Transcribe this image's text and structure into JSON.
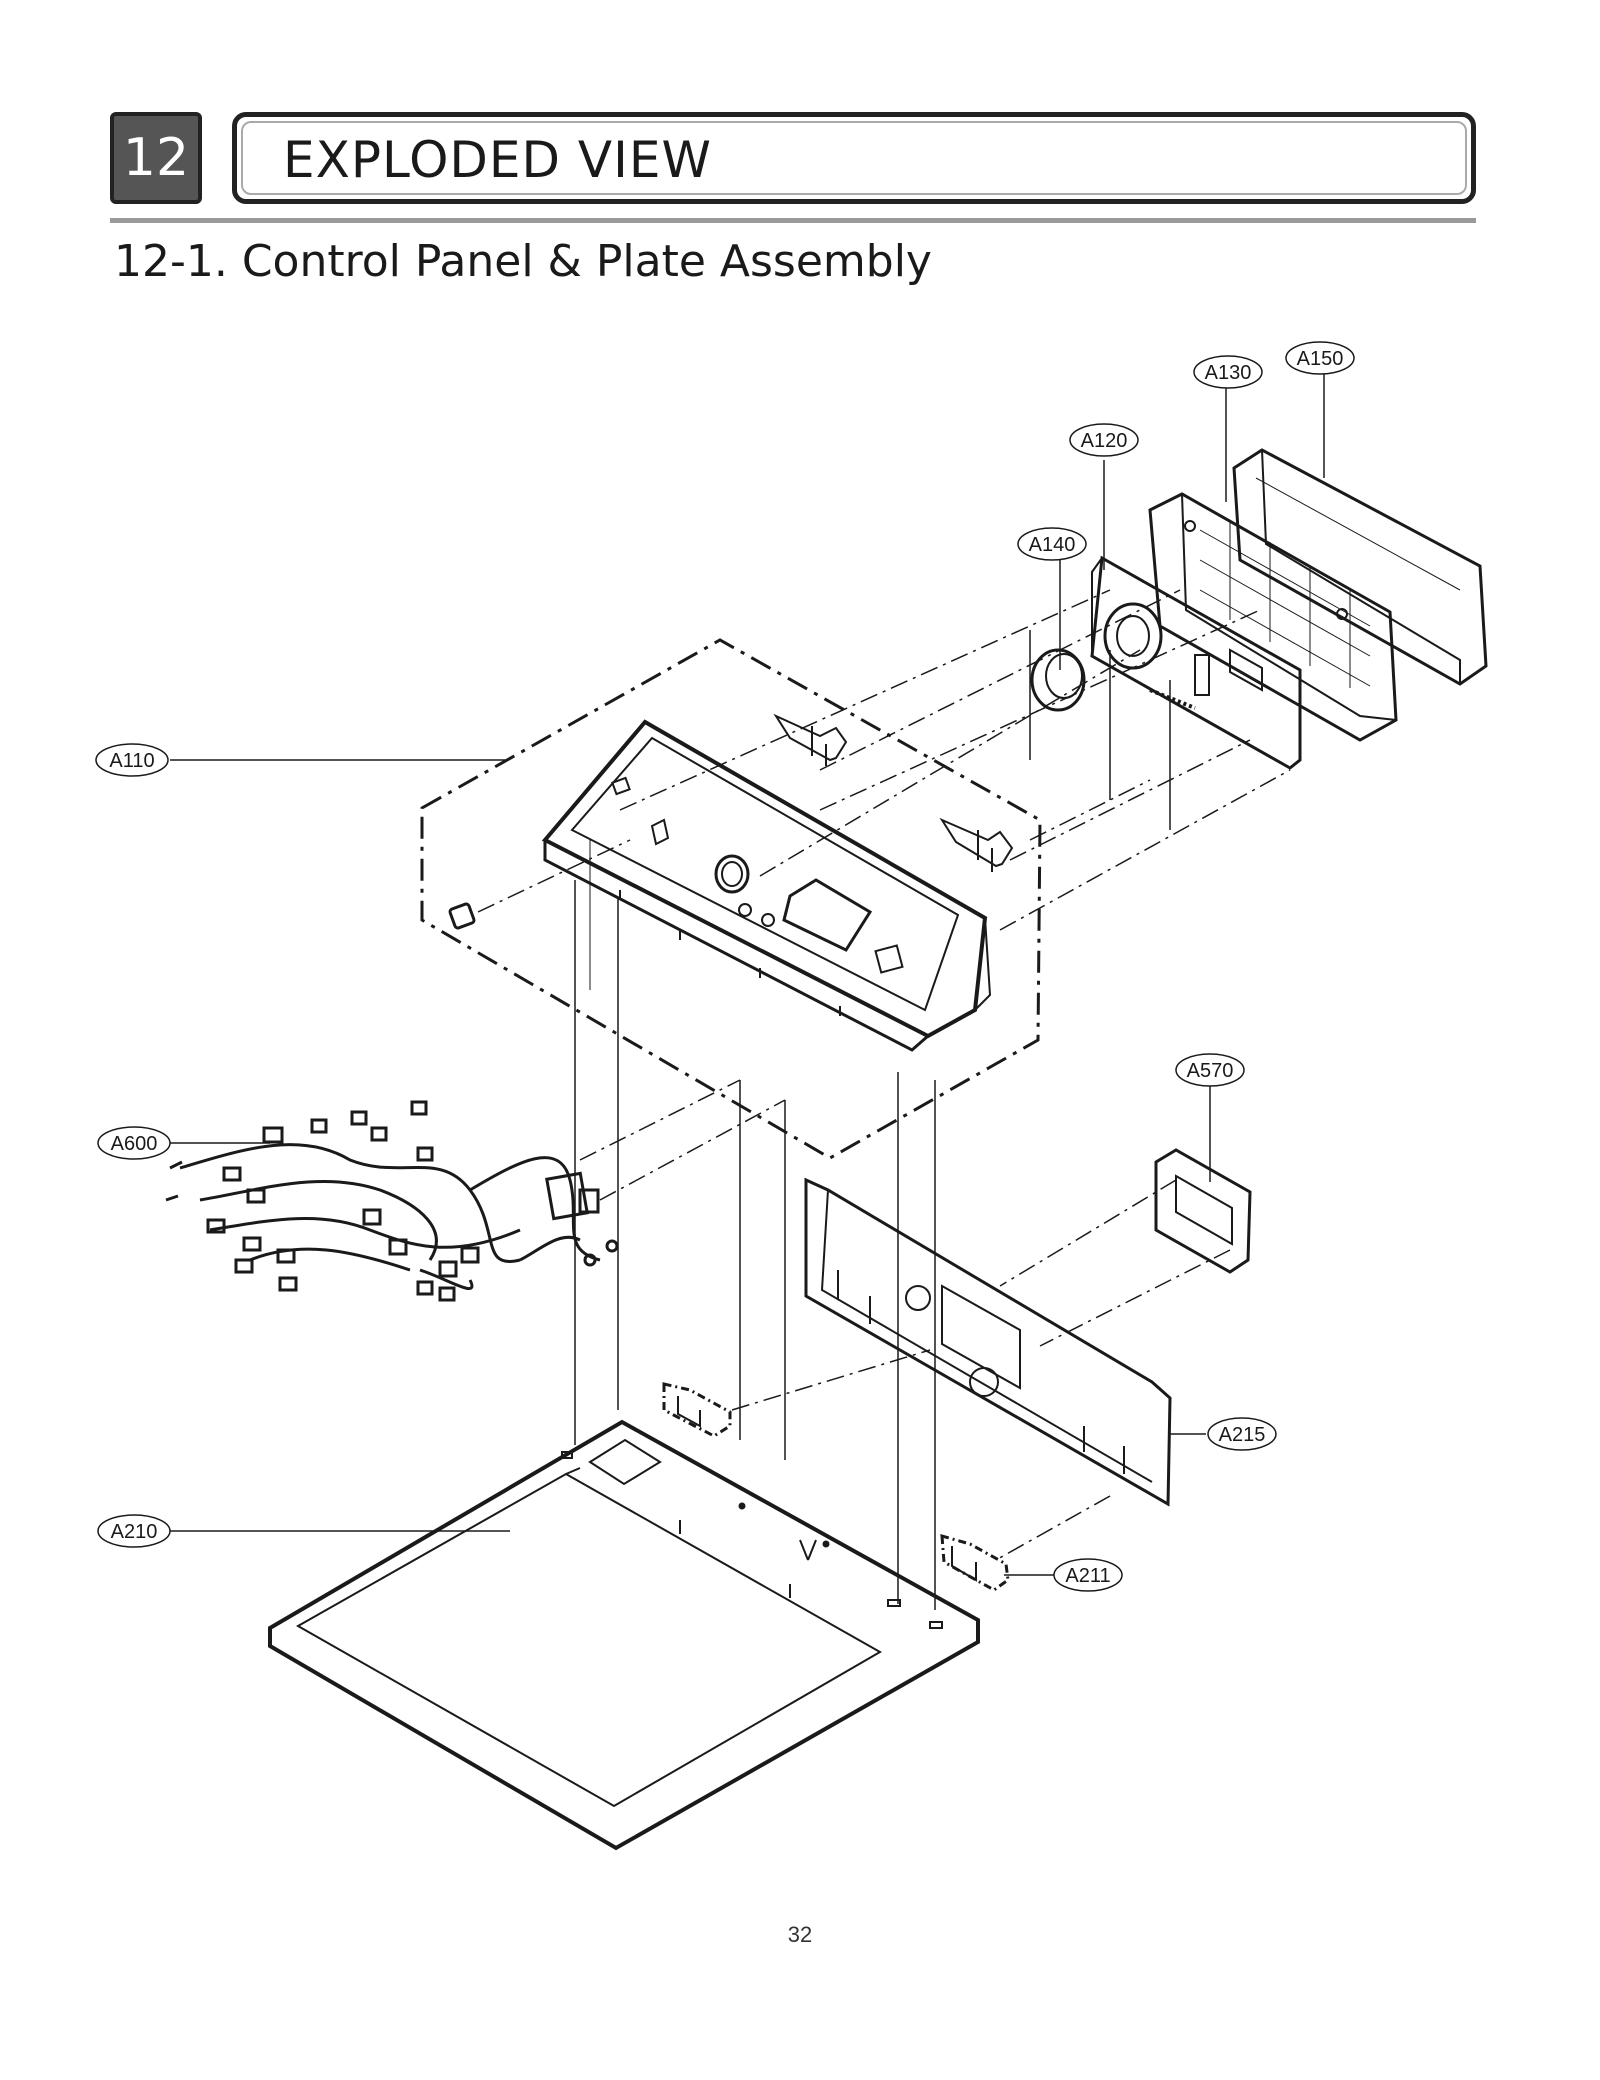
{
  "header": {
    "chapter_number": "12",
    "title": "EXPLODED VIEW",
    "section_title": "12-1. Control Panel & Plate Assembly"
  },
  "diagram": {
    "callouts": {
      "a110": "A110",
      "a120": "A120",
      "a130": "A130",
      "a140": "A140",
      "a150": "A150",
      "a210": "A210",
      "a211": "A211",
      "a215": "A215",
      "a570": "A570",
      "a600": "A600"
    }
  },
  "footer": {
    "page_number": "32"
  }
}
